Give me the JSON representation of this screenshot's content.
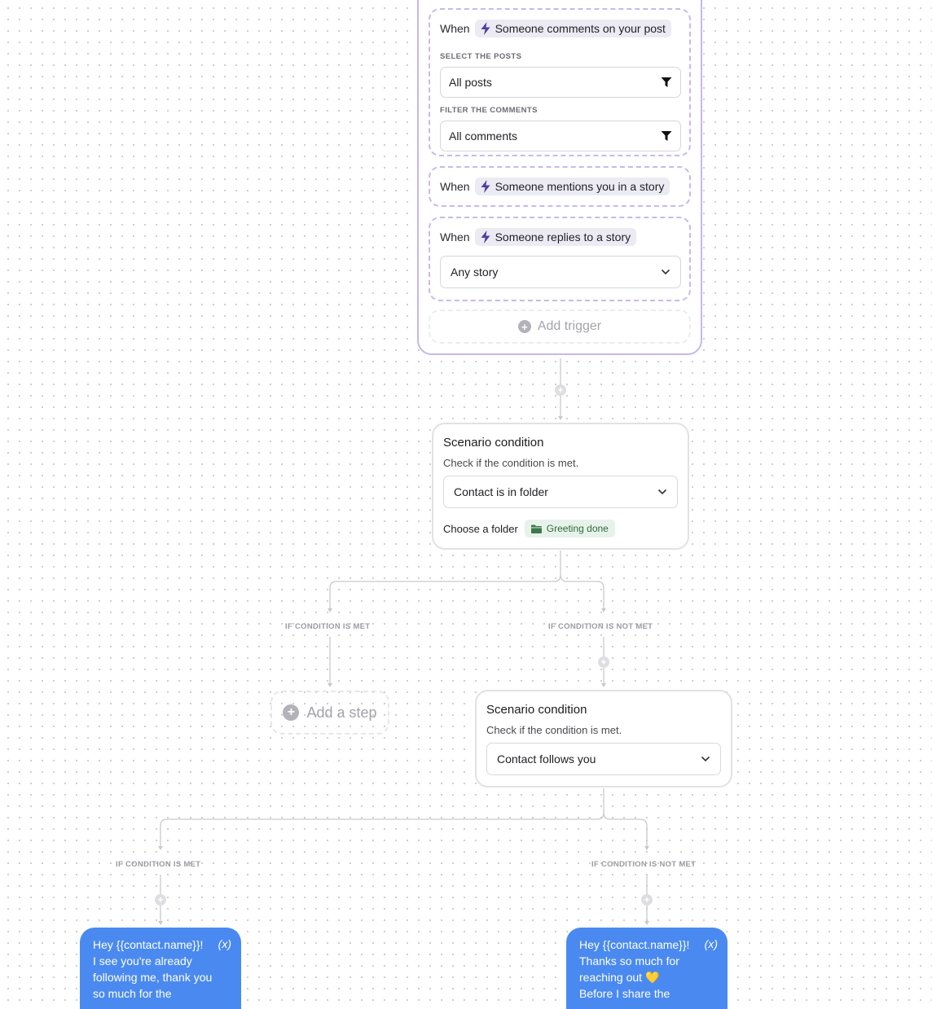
{
  "triggers": {
    "when_label": "When",
    "comments": {
      "event": "Someone comments on your post",
      "posts_label": "SELECT THE POSTS",
      "posts_value": "All posts",
      "comments_label": "FILTER THE COMMENTS",
      "comments_value": "All comments"
    },
    "mentions": {
      "event": "Someone mentions you in a story"
    },
    "replies": {
      "event": "Someone replies to a story",
      "story_value": "Any story"
    },
    "add_trigger": "Add trigger"
  },
  "condition1": {
    "title": "Scenario condition",
    "subtitle": "Check if the condition is met.",
    "select_value": "Contact is in folder",
    "folder_label": "Choose a folder",
    "folder_value": "Greeting done"
  },
  "branches": {
    "met": "IF CONDITION IS MET",
    "not_met": "IF CONDITION IS NOT MET"
  },
  "add_step": "Add a step",
  "condition2": {
    "title": "Scenario condition",
    "subtitle": "Check if the condition is met.",
    "select_value": "Contact follows you"
  },
  "messages": {
    "left": "Hey {{contact.name}}!\nI see you're already following me, thank you so much for the",
    "right": "Hey {{contact.name}}!\nThanks so much for reaching out 💛\nBefore I share the",
    "variable_icon": "(x)"
  },
  "colors": {
    "accent_purple": "#c5b8ec",
    "bubble_blue": "#4a8af0",
    "folder_green": "#2f6b3c"
  }
}
